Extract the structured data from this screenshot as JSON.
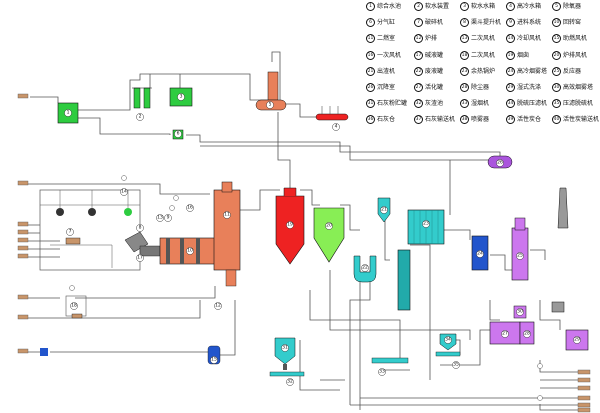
{
  "legend": [
    {
      "n": "1",
      "label": "综合水池"
    },
    {
      "n": "2",
      "label": "软水装置"
    },
    {
      "n": "3",
      "label": "软水水箱"
    },
    {
      "n": "4",
      "label": "高冷水箱"
    },
    {
      "n": "5",
      "label": "除氧器"
    },
    {
      "n": "6",
      "label": "分气缸"
    },
    {
      "n": "7",
      "label": "破碎机"
    },
    {
      "n": "8",
      "label": "渠斗提升机"
    },
    {
      "n": "9",
      "label": "进料系统"
    },
    {
      "n": "10",
      "label": "回转窑"
    },
    {
      "n": "11",
      "label": "二燃室"
    },
    {
      "n": "12",
      "label": "炉排"
    },
    {
      "n": "13",
      "label": "二次风机"
    },
    {
      "n": "14",
      "label": "冷却风机"
    },
    {
      "n": "15",
      "label": "助燃风机"
    },
    {
      "n": "16",
      "label": "一次风机"
    },
    {
      "n": "17",
      "label": "碱液罐"
    },
    {
      "n": "18",
      "label": "二次风机"
    },
    {
      "n": "19",
      "label": "烟囱"
    },
    {
      "n": "20",
      "label": "炉排风机"
    },
    {
      "n": "21",
      "label": "出渣机"
    },
    {
      "n": "22",
      "label": "废液罐"
    },
    {
      "n": "23",
      "label": "余热锅炉"
    },
    {
      "n": "24",
      "label": "高冷烟雾塔"
    },
    {
      "n": "25",
      "label": "反应器"
    },
    {
      "n": "26",
      "label": "沉降室"
    },
    {
      "n": "27",
      "label": "活化罐"
    },
    {
      "n": "28",
      "label": "除尘器"
    },
    {
      "n": "29",
      "label": "湿式洗涤"
    },
    {
      "n": "30",
      "label": "高效烟雾塔"
    },
    {
      "n": "31",
      "label": "石灰粉贮罐"
    },
    {
      "n": "32",
      "label": "灰渣池"
    },
    {
      "n": "33",
      "label": "湿烟机"
    },
    {
      "n": "34",
      "label": "脱硫压滤机"
    },
    {
      "n": "35",
      "label": "压滤脱硫机"
    },
    {
      "n": "36",
      "label": "石灰仓"
    },
    {
      "n": "37",
      "label": "石灰输送机"
    },
    {
      "n": "38",
      "label": "喷雾器"
    },
    {
      "n": "39",
      "label": "活性炭仓"
    },
    {
      "n": "40",
      "label": "活性炭输送机"
    }
  ],
  "tags": {
    "t1": "1",
    "t2": "2",
    "t3": "3",
    "t4": "4",
    "t5": "5",
    "t6": "6",
    "t7": "7",
    "t8": "8",
    "t9": "9",
    "t10": "10",
    "t11": "11",
    "t12": "12",
    "t13": "13",
    "t14": "14",
    "t15": "15",
    "t16": "16",
    "t17": "17",
    "t18": "18",
    "t19": "19",
    "t20": "20",
    "t21": "21",
    "t22": "22",
    "t23": "23",
    "t24": "24",
    "t25": "25",
    "t26": "26",
    "t27": "27",
    "t28": "28",
    "t29": "29",
    "t30": "30",
    "t31": "31",
    "t32": "32",
    "t33": "33",
    "t34": "34",
    "t35": "35"
  },
  "colors": {
    "pipe": "#555555",
    "green": "#2ecc40",
    "darkgreen": "#119911",
    "salmon": "#e8805a",
    "red": "#ee2222",
    "lightgreen": "#88ee55",
    "teal": "#22aaaa",
    "cyan": "#33cccc",
    "blue": "#2255cc",
    "purple": "#aa55dd",
    "violet": "#cc77ee",
    "grey": "#999999",
    "brown": "#c8956a"
  }
}
